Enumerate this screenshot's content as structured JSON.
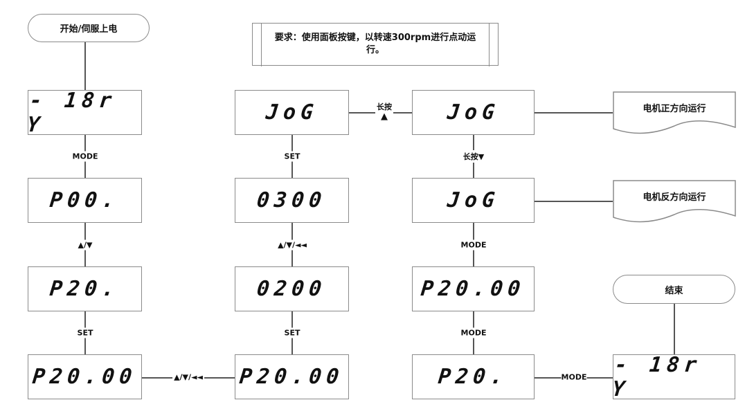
{
  "start": {
    "label": "开始/伺服上电"
  },
  "end": {
    "label": "结束"
  },
  "requirement": {
    "text": "要求：使用面板按键，以转速300rpm进行点动运行。"
  },
  "outputs": {
    "forward": "电机正方向运行",
    "reverse": "电机反方向运行"
  },
  "displays": {
    "c1r1": "- 18r Y",
    "c1r2": "P00.",
    "c1r3": "P20.",
    "c1r4": "P20.00",
    "c2r1": "JoG",
    "c2r2": "0300",
    "c2r3": "0200",
    "c2r4": "P20.00",
    "c3r1": "JoG",
    "c3r2": "JoG",
    "c3r3": "P20.00",
    "c3r4": "P20.",
    "c4r4": "- 18r Y"
  },
  "keys": {
    "c1_mode": "MODE",
    "c1_updown": "▲/▼",
    "c1_set": "SET",
    "c2_set1": "SET",
    "c2_shift": "▲/▼/◄◄",
    "c2_set2": "SET",
    "bottom_shift": "▲/▼/◄◄",
    "long_press_up_text": "长按",
    "long_press_up_arrow": "▲",
    "long_press_down": "长按▼",
    "c3_mode1": "MODE",
    "c3_mode2": "MODE",
    "bottom_mode": "MODE"
  }
}
